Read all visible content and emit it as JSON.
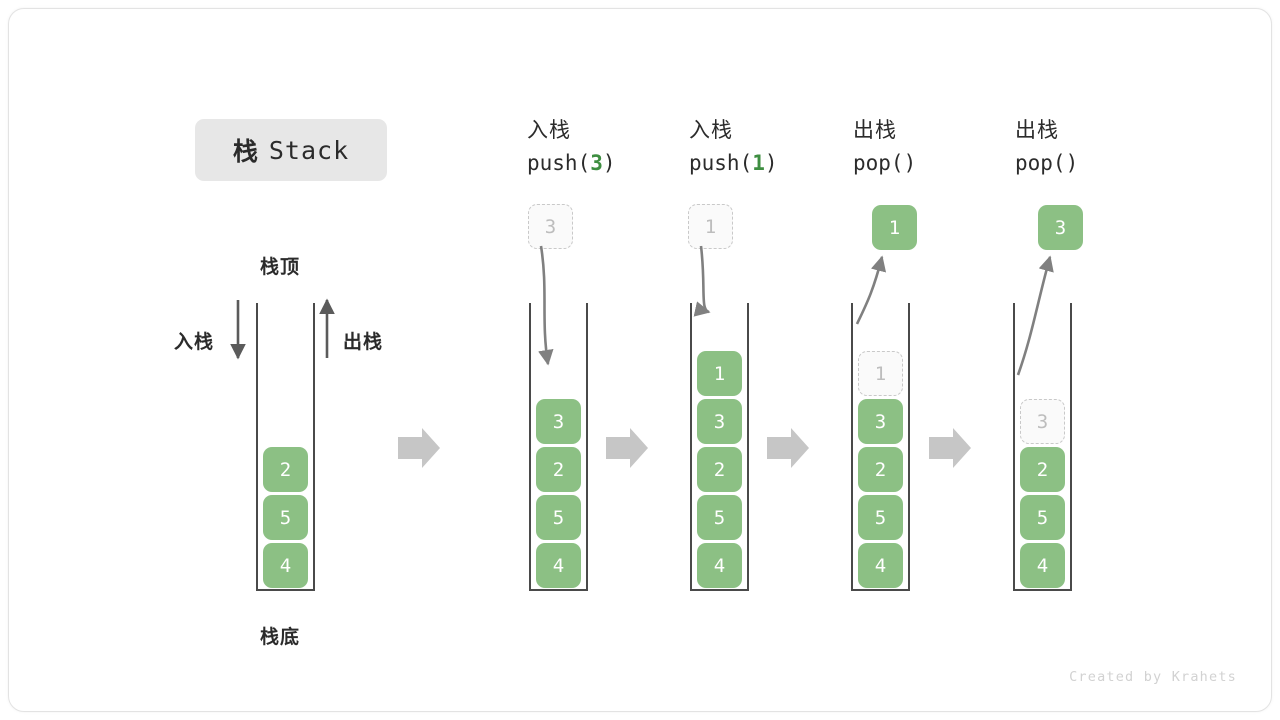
{
  "diagram": {
    "title_cn": "栈",
    "title_en": "Stack",
    "credit": "Created by Krahets",
    "accent_green": "#8cc084",
    "accent_green_dark": "#3e8e41",
    "ghost_border": "#c9c9c9",
    "arrow_gray": "#808080",
    "chip_bg": "#e7e7e7"
  },
  "legend": {
    "top_label": "栈顶",
    "bottom_label": "栈底",
    "push_label": "入栈",
    "pop_label": "出栈"
  },
  "stages": [
    {
      "id": "initial",
      "op_cn": "",
      "op_code": "",
      "op_arg": "",
      "cells": [
        "2",
        "5",
        "4"
      ],
      "ghost_index": -1,
      "float_cell": null,
      "float_ghost": false
    },
    {
      "id": "push-3",
      "op_cn": "入栈",
      "op_code_prefix": "push(",
      "op_arg": "3",
      "op_code_suffix": ")",
      "cells": [
        "3",
        "2",
        "5",
        "4"
      ],
      "ghost_index": -1,
      "float_cell": "3",
      "float_ghost": true
    },
    {
      "id": "push-1",
      "op_cn": "入栈",
      "op_code_prefix": "push(",
      "op_arg": "1",
      "op_code_suffix": ")",
      "cells": [
        "1",
        "3",
        "2",
        "5",
        "4"
      ],
      "ghost_index": -1,
      "float_cell": "1",
      "float_ghost": true
    },
    {
      "id": "pop-1",
      "op_cn": "出栈",
      "op_code_prefix": "pop(",
      "op_arg": "",
      "op_code_suffix": ")",
      "cells": [
        "1",
        "3",
        "2",
        "5",
        "4"
      ],
      "ghost_index": 0,
      "float_cell": "1",
      "float_ghost": false
    },
    {
      "id": "pop-3",
      "op_cn": "出栈",
      "op_code_prefix": "pop(",
      "op_arg": "",
      "op_code_suffix": ")",
      "cells": [
        "3",
        "2",
        "5",
        "4"
      ],
      "ghost_index": 0,
      "float_cell": "3",
      "float_ghost": false
    }
  ]
}
